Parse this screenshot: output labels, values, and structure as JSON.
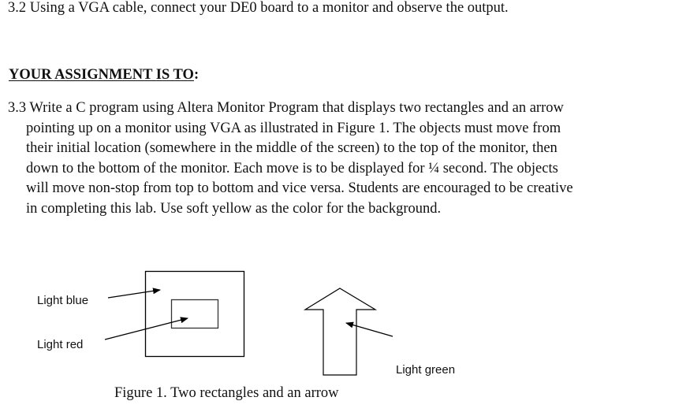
{
  "section_32": {
    "text": "3.2 Using a VGA cable, connect your DE0 board to a monitor and observe the output."
  },
  "assignment_heading": {
    "text": "YOUR ASSIGNMENT IS TO",
    "colon": ":"
  },
  "section_33": {
    "lines": [
      "3.3 Write a C program using Altera Monitor Program that displays two rectangles and an arrow",
      "pointing up on a monitor using VGA as illustrated in Figure 1. The objects must move from",
      "their initial location (somewhere in the middle of the screen) to the top of the monitor, then",
      "down to the bottom of the monitor. Each move is to be displayed for ¼ second. The objects",
      "will move non-stop from top to bottom and vice versa. Students are encouraged to be creative",
      "in completing this lab. Use soft yellow as the color for the background."
    ]
  },
  "figure": {
    "labels": {
      "light_blue": "Light blue",
      "light_red": "Light red",
      "light_green": "Light green"
    },
    "caption": "Figure 1. Two rectangles and an arrow",
    "stroke_color": "#000000"
  }
}
